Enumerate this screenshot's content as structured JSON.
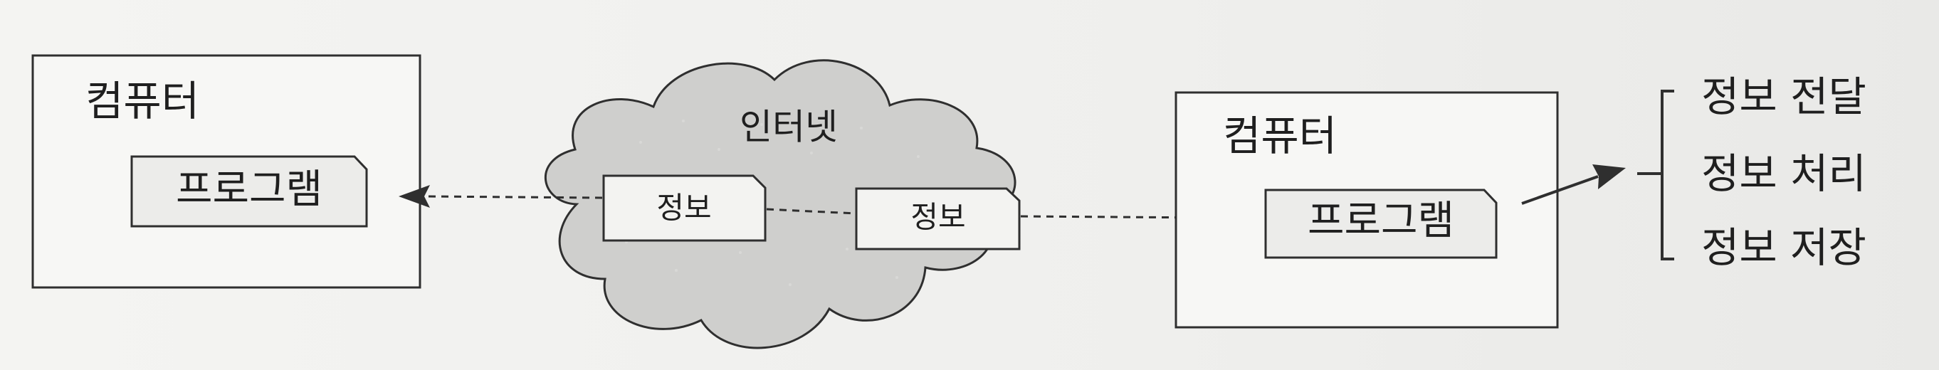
{
  "left": {
    "computer_label": "컴퓨터",
    "program_label": "프로그램"
  },
  "cloud": {
    "label": "인터넷",
    "info_left": "정보",
    "info_right": "정보"
  },
  "right": {
    "computer_label": "컴퓨터",
    "program_label": "프로그램"
  },
  "outputs": {
    "items": [
      "정보 전달",
      "정보 처리",
      "정보 저장"
    ]
  }
}
